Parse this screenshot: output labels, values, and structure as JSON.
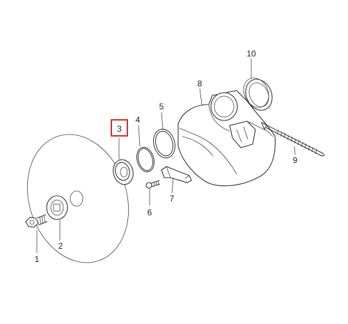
{
  "diagram": {
    "callouts": {
      "p1": "1",
      "p2": "2",
      "p3": "3",
      "p4": "4",
      "p5": "5",
      "p6": "6",
      "p7": "7",
      "p8": "8",
      "p9": "9",
      "p10": "10"
    },
    "highlighted_part": "3",
    "highlight_color": "#e02a2a"
  }
}
